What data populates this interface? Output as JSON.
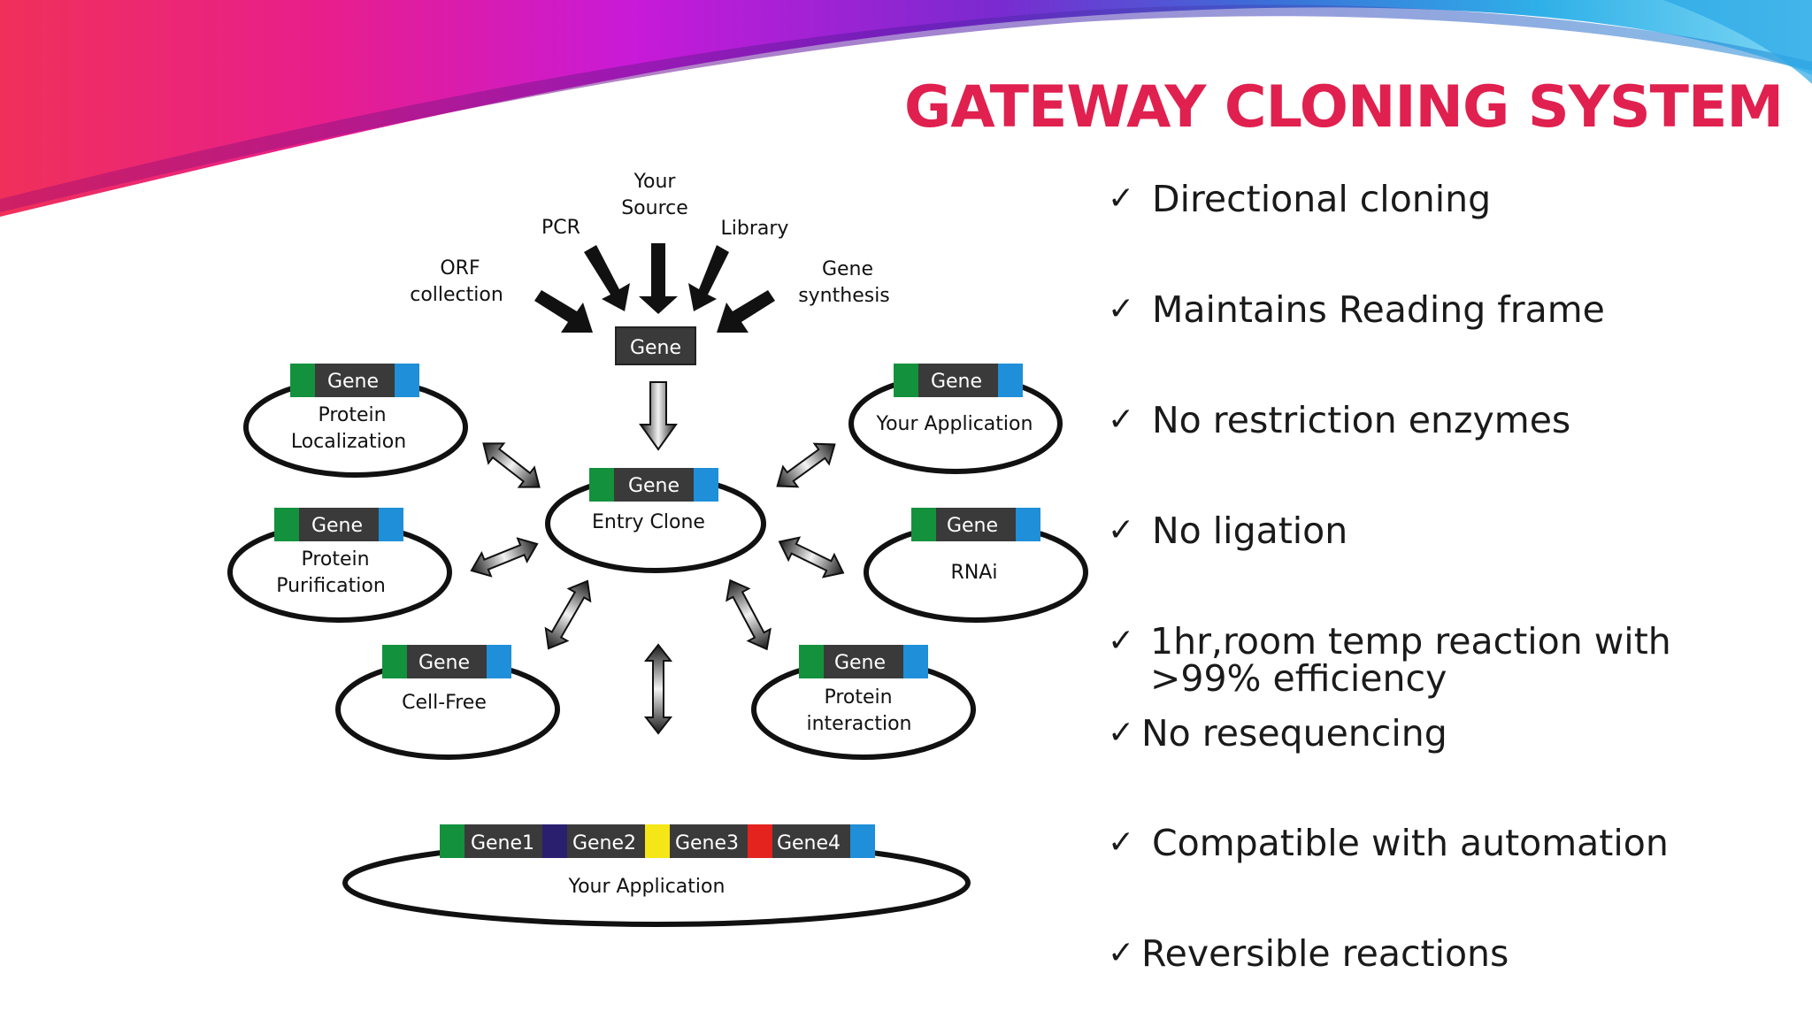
{
  "title": "GATEWAY CLONING SYSTEM",
  "colors": {
    "title": "#e0204e",
    "att_left": "#13913d",
    "att_right": "#1e8fd8",
    "gene_block": "#3a3a3a",
    "gene2_linker": "#2a1f6e",
    "gene3_linker": "#f5e617",
    "gene4_linker": "#e4231f"
  },
  "bullets": [
    "Directional cloning",
    "Maintains Reading frame",
    "No restriction enzymes",
    "No ligation",
    "1hr,room temp reaction with >99% efficiency",
    "No resequencing",
    "Compatible with automation",
    "Reversible reactions"
  ],
  "diagram": {
    "sources": {
      "orf": [
        "ORF",
        "collection"
      ],
      "pcr": "PCR",
      "your_source": [
        "Your",
        "Source"
      ],
      "library": "Library",
      "gene_synthesis": [
        "Gene",
        "synthesis"
      ]
    },
    "gene_label": "Gene",
    "entry_clone": "Entry Clone",
    "plasmids": {
      "protein_localization": [
        "Protein",
        "Localization"
      ],
      "your_application_small": [
        "Your Application"
      ],
      "protein_purification": [
        "Protein",
        "Purification"
      ],
      "rnai": [
        "RNAi"
      ],
      "cell_free": [
        "Cell-Free"
      ],
      "protein_interaction": [
        "Protein",
        "interaction"
      ]
    },
    "multi": {
      "genes": [
        "Gene1",
        "Gene2",
        "Gene3",
        "Gene4"
      ],
      "label": "Your Application"
    }
  }
}
